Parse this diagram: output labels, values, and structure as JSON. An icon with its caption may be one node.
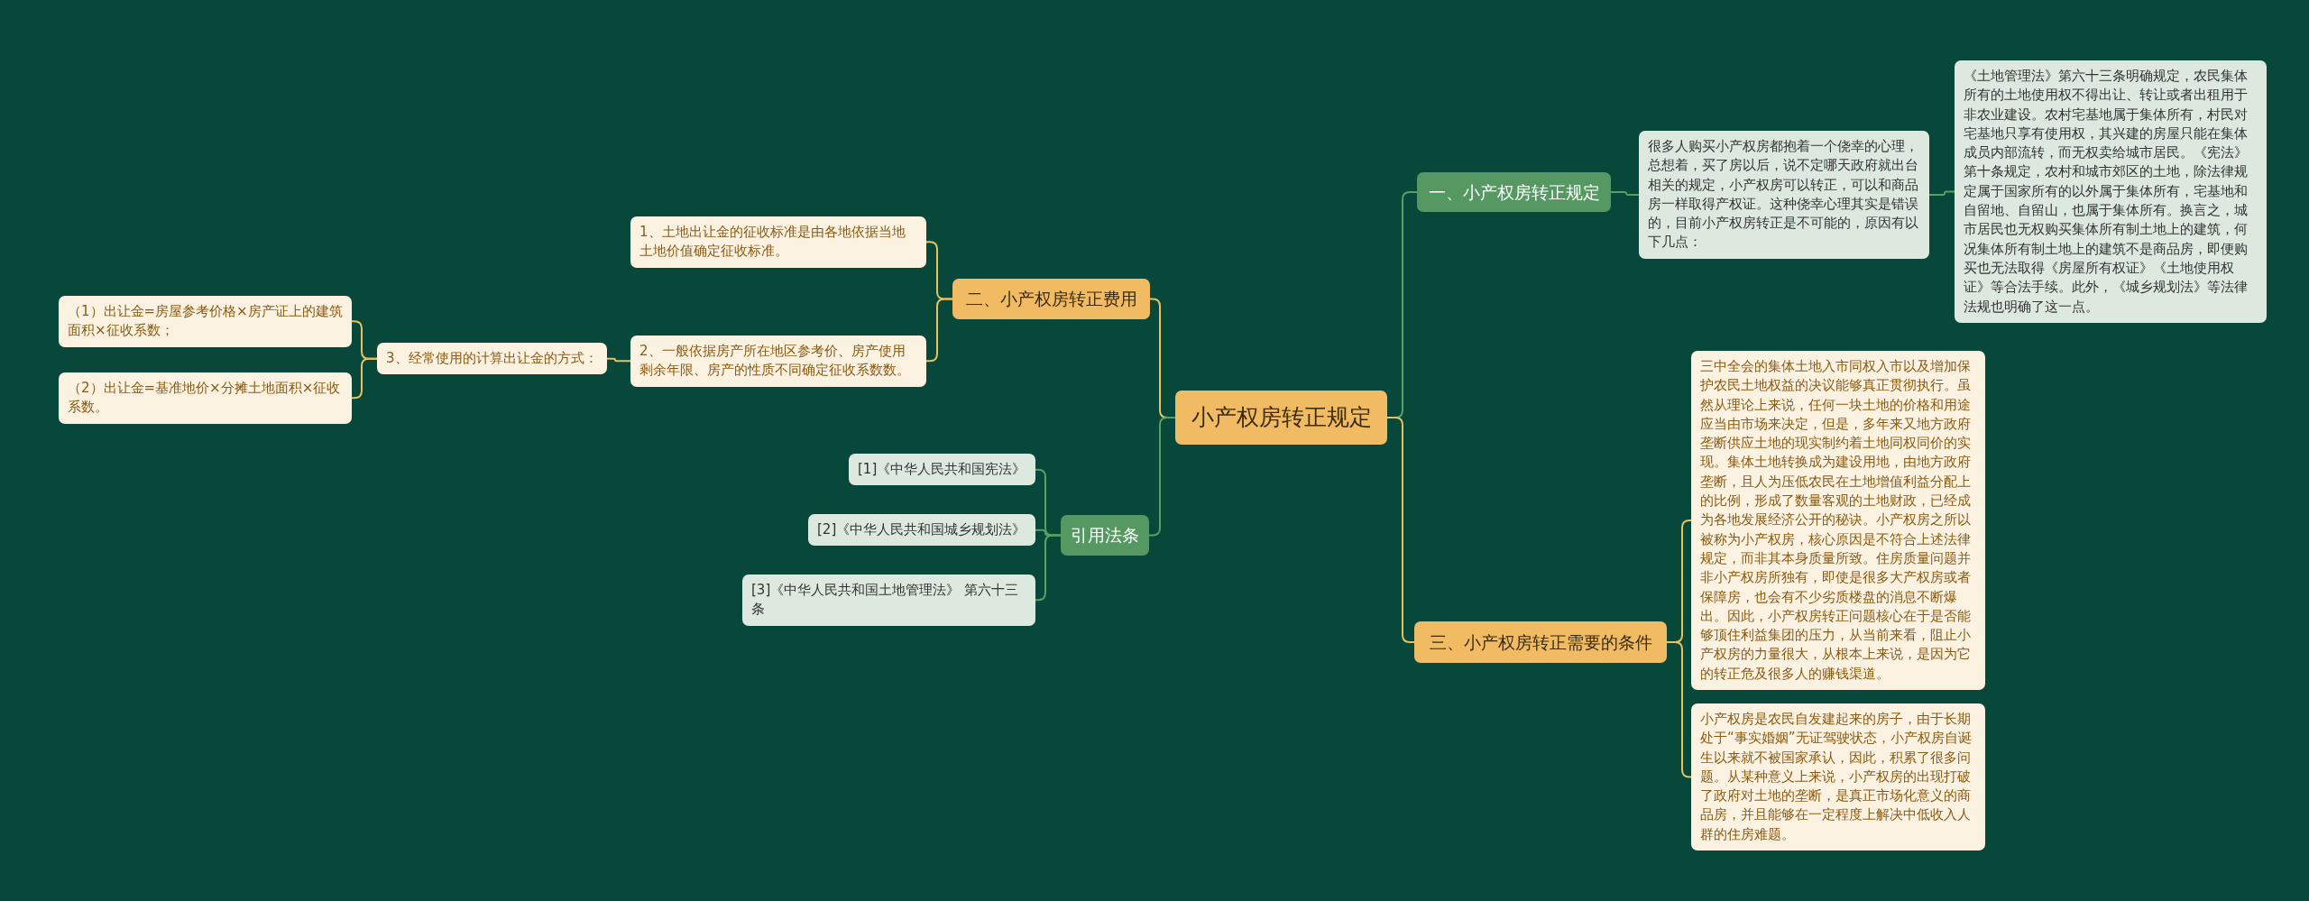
{
  "diagram": {
    "nodes": [
      {
        "text": [
          "小产权房转正规定"
        ]
      },
      {
        "text": [
          "一、小产权房转正规定"
        ]
      },
      {
        "text": [
          "很多人购买小产权房都抱着一个侥幸的心理，总想着，买了房以后，说不定哪天政府就出台相关的规定，小产权房可以转正，可以和商品房一样取得产权证。这种侥幸心理其实是错误的，目前小产权房转正是不可能的，原因有以下几点："
        ]
      },
      {
        "text": [
          "《土地管理法》第六十三条明确规定，农民集体所有的土地使用权不得出让、转让或者出租用于非农业建设。农村宅基地属于集体所有，村民对宅基地只享有使用权，其兴建的房屋只能在集体成员内部流转，而无权卖给城市居民。《宪法》第十条规定，农村和城市郊区的土地，除法律规定属于国家所有的以外属于集体所有，宅基地和自留地、自留山，也属于集体所有。换言之，城市居民也无权购买集体所有制土地上的建筑，何况集体所有制土地上的建筑不是商品房，即便购买也无法取得《房屋所有权证》《土地使用权证》等合法手续。此外，《城乡规划法》等法律法规也明确了这一点。"
        ]
      },
      {
        "text": [
          "二、小产权房转正费用"
        ]
      },
      {
        "text": [
          "1、土地出让金的征收标准是由各地依据当地土地价值确定征收标准。"
        ]
      },
      {
        "text": [
          "2、一般依据房产所在地区参考价、房产使用剩余年限、房产的性质不同确定征收系数数。"
        ]
      },
      {
        "text": [
          "3、经常使用的计算出让金的方式："
        ]
      },
      {
        "text": [
          "（1）出让金=房屋参考价格×房产证上的建筑面积×征收系数；"
        ]
      },
      {
        "text": [
          "（2）出让金=基准地价×分摊土地面积×征收系数。"
        ]
      },
      {
        "text": [
          "引用法条"
        ]
      },
      {
        "text": [
          "[1]《中华人民共和国宪法》"
        ]
      },
      {
        "text": [
          "[2]《中华人民共和国城乡规划法》"
        ]
      },
      {
        "text": [
          "[3]《中华人民共和国土地管理法》 第六十三条"
        ]
      },
      {
        "text": [
          "三、小产权房转正需要的条件"
        ]
      },
      {
        "text": [
          "三中全会的集体土地入市同权入市以及增加保护农民土地权益的决议能够真正贯彻执行。虽然从理论上来说，任何一块土地的价格和用途应当由市场来决定，但是，多年来又地方政府垄断供应土地的现实制约着土地同权同价的实现。集体土地转换成为建设用地，由地方政府垄断，且人为压低农民在土地增值利益分配上的比例，形成了数量客观的土地财政，已经成为各地发展经济公开的秘诀。小产权房之所以被称为小产权房，核心原因是不符合上述法律规定，而非其本身质量所致。住房质量问题并非小产权房所独有，即使是很多大产权房或者保障房，也会有不少劣质楼盘的消息不断爆出。因此，小产权房转正问题核心在于是否能够顶住利益集团的压力，从当前来看，阻止小产权房的力量很大，从根本上来说，是因为它的转正危及很多人的赚钱渠道。"
        ]
      },
      {
        "text": [
          "小产权房是农民自发建起来的房子，由于长期处于“事实婚姻”无证驾驶状态，小产权房自诞生以来就不被国家承认，因此，积累了很多问题。从某种意义上来说，小产权房的出现打破了政府对土地的垄断，是真正市场化意义的商品房，并且能够在一定程度上解决中低收入人群的住房难题。"
        ]
      }
    ],
    "edges": [
      {
        "from": 0,
        "to": 1,
        "arrow": "none",
        "color": "#5a9e66"
      },
      {
        "from": 1,
        "to": 2,
        "arrow": "none",
        "color": "#5a9e66"
      },
      {
        "from": 2,
        "to": 3,
        "arrow": "none",
        "color": "#5a9e66"
      },
      {
        "from": 0,
        "to": 4,
        "arrow": "none"
      },
      {
        "from": 4,
        "to": 5,
        "arrow": "none"
      },
      {
        "from": 4,
        "to": 6,
        "arrow": "none"
      },
      {
        "from": 6,
        "to": 7,
        "arrow": "none"
      },
      {
        "from": 7,
        "to": 8,
        "arrow": "none"
      },
      {
        "from": 7,
        "to": 9,
        "arrow": "none"
      },
      {
        "from": 0,
        "to": 10,
        "arrow": "none",
        "color": "#5a9e66"
      },
      {
        "from": 10,
        "to": 11,
        "arrow": "none",
        "color": "#5a9e66"
      },
      {
        "from": 10,
        "to": 12,
        "arrow": "none",
        "color": "#5a9e66"
      },
      {
        "from": 10,
        "to": 13,
        "arrow": "none",
        "color": "#5a9e66"
      },
      {
        "from": 0,
        "to": 14,
        "arrow": "none"
      },
      {
        "from": 14,
        "to": 15,
        "arrow": "none"
      },
      {
        "from": 14,
        "to": 16,
        "arrow": "none"
      }
    ]
  }
}
